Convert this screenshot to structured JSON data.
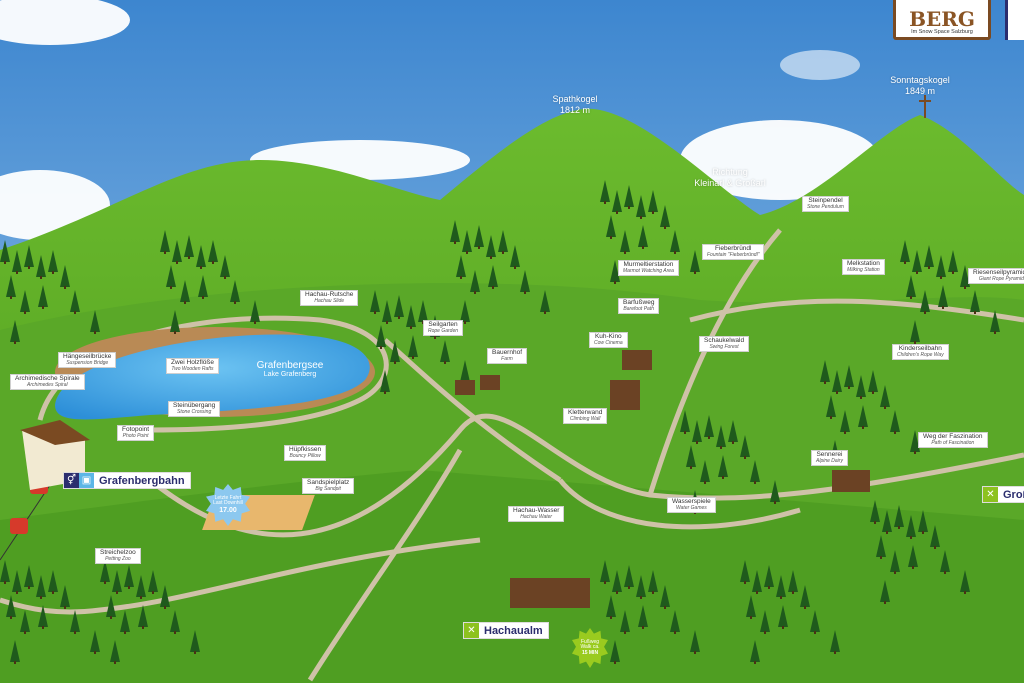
{
  "header": {
    "logo": {
      "name": "BERG",
      "tagline": "Im Snow Space Salzburg"
    }
  },
  "peaks": [
    {
      "name": "Spathkogel",
      "elevation": "1812 m"
    },
    {
      "name": "Sonntagskogel",
      "elevation": "1849 m"
    }
  ],
  "direction": {
    "line1": "Richtung",
    "line2": "Kleinarl & Großarl"
  },
  "lake": {
    "de": "Grafenbergsee",
    "en": "Lake Grafenberg"
  },
  "attractions": [
    {
      "de": "Hachau-Rutsche",
      "en": "Hachau Slide"
    },
    {
      "de": "Hängeseilbrücke",
      "en": "Suspension Bridge"
    },
    {
      "de": "Archimedische Spirale",
      "en": "Archimedes Spiral"
    },
    {
      "de": "Zwei Holzflöße",
      "en": "Two Wooden Rafts"
    },
    {
      "de": "Steinübergang",
      "en": "Stone Crossing"
    },
    {
      "de": "Fotopoint",
      "en": "Photo Point"
    },
    {
      "de": "Hüpfkissen",
      "en": "Bouncy Pillow"
    },
    {
      "de": "Sandspielplatz",
      "en": "Big Sandpit"
    },
    {
      "de": "Streichelzoo",
      "en": "Petting Zoo"
    },
    {
      "de": "Seilgarten",
      "en": "Rope Garden"
    },
    {
      "de": "Bauernhof",
      "en": "Farm"
    },
    {
      "de": "Murmeltierstation",
      "en": "Marmot Watching Area"
    },
    {
      "de": "Fieberbründl",
      "en": "Fountain \"Fieberbründl\""
    },
    {
      "de": "Barfußweg",
      "en": "Barefoot Path"
    },
    {
      "de": "Kuh-Kino",
      "en": "Cow Cinema"
    },
    {
      "de": "Schaukelwald",
      "en": "Swing Forest"
    },
    {
      "de": "Kletterwand",
      "en": "Climbing Wall"
    },
    {
      "de": "Steinpendel",
      "en": "Stone Pendulum"
    },
    {
      "de": "Melkstation",
      "en": "Milking Station"
    },
    {
      "de": "Riesenseilpyramide",
      "en": "Giant Rope Pyramid"
    },
    {
      "de": "Kinderseilbahn",
      "en": "Children's Rope Way"
    },
    {
      "de": "Weg der Faszination",
      "en": "Path of Fascination"
    },
    {
      "de": "Sennerei",
      "en": "Alpine Dairy"
    },
    {
      "de": "Wasserspiele",
      "en": "Water Games"
    },
    {
      "de": "Hachau-Wasser",
      "en": "Hachau Water"
    }
  ],
  "stations": {
    "grafenbergbahn": "Grafenbergbahn",
    "hachaualm": "Hachaualm",
    "grossarl": "Groß"
  },
  "badges": {
    "last_ride": {
      "de": "Letzte Fahrt",
      "en": "Last Downhill",
      "time": "17.00"
    },
    "walk": {
      "de": "Fußweg",
      "en": "Walk ca.",
      "time": "15 MIN"
    }
  },
  "colors": {
    "sky": "#4f93d3",
    "grass": "#5aa828",
    "lake": "#3a9ee0",
    "path": "#cfc2a8",
    "station_text": "#2b2d6e",
    "restaurant_green": "#8dc21f"
  }
}
